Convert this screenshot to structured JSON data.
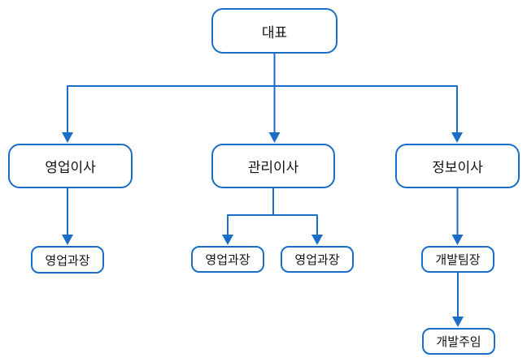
{
  "diagram": {
    "type": "org-chart",
    "colors": {
      "stroke": "#1b6ec8",
      "node_fill": "#ffffff",
      "text": "#111111",
      "background": "#ffffff"
    },
    "nodes": [
      {
        "id": "ceo",
        "label": "대표",
        "level": 1
      },
      {
        "id": "sales-director",
        "label": "영업이사",
        "level": 2
      },
      {
        "id": "management-director",
        "label": "관리이사",
        "level": 2
      },
      {
        "id": "information-director",
        "label": "정보이사",
        "level": 2
      },
      {
        "id": "sales-manager-1",
        "label": "영업과장",
        "level": 3
      },
      {
        "id": "sales-manager-2",
        "label": "영업과장",
        "level": 3
      },
      {
        "id": "sales-manager-3",
        "label": "영업과장",
        "level": 3
      },
      {
        "id": "dev-team-leader",
        "label": "개발팀장",
        "level": 3
      },
      {
        "id": "dev-senior",
        "label": "개발주임",
        "level": 4
      }
    ],
    "edges": [
      {
        "from": "ceo",
        "to": "sales-director"
      },
      {
        "from": "ceo",
        "to": "management-director"
      },
      {
        "from": "ceo",
        "to": "information-director"
      },
      {
        "from": "sales-director",
        "to": "sales-manager-1"
      },
      {
        "from": "management-director",
        "to": "sales-manager-2"
      },
      {
        "from": "management-director",
        "to": "sales-manager-3"
      },
      {
        "from": "information-director",
        "to": "dev-team-leader"
      },
      {
        "from": "dev-team-leader",
        "to": "dev-senior"
      }
    ]
  }
}
